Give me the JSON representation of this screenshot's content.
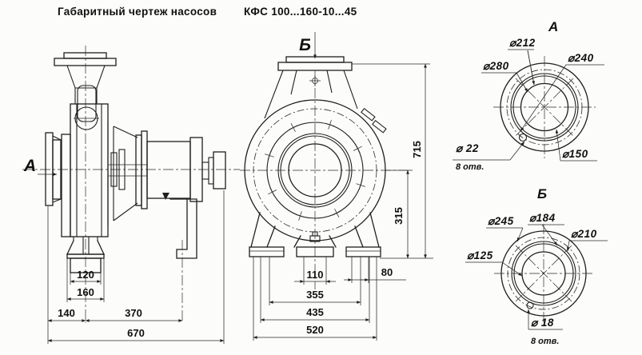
{
  "title": {
    "prefix": "Габаритный чертеж насосов",
    "model": "КФС 100...160-10...45"
  },
  "side_view": {
    "section_label": "А",
    "dims": {
      "foot_top": "120",
      "foot_base": "160",
      "flange_to_foot": "140",
      "foot_to_support": "370",
      "overall_length": "670"
    }
  },
  "front_view": {
    "section_label": "Б",
    "dims": {
      "center_foot": "110",
      "feet_centers": "355",
      "feet_outer": "435",
      "overall_width": "520",
      "pad": "80",
      "axis_to_base": "315",
      "overall_height": "715"
    }
  },
  "flange_a": {
    "title": "А",
    "dia_outer": "⌀280",
    "dia_bolt_circle": "⌀240",
    "dia_raised_face": "⌀212",
    "dia_bore": "⌀150",
    "dia_hole": "⌀ 22",
    "holes_note": "8 отв."
  },
  "flange_b": {
    "title": "Б",
    "dia_outer": "⌀245",
    "dia_bolt_circle": "⌀210",
    "dia_raised_face": "⌀184",
    "dia_bore": "⌀125",
    "dia_hole": "⌀ 18",
    "holes_note": "8 отв."
  }
}
